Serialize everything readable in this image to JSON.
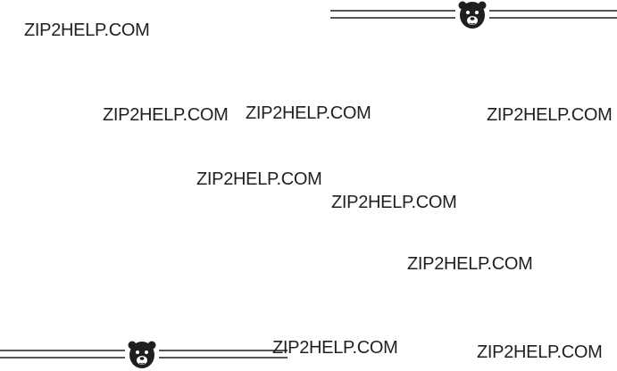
{
  "watermarks": [
    "ZIP2HELP.COM",
    "ZIP2HELP.COM",
    "ZIP2HELP.COM",
    "ZIP2HELP.COM",
    "ZIP2HELP.COM",
    "ZIP2HELP.COM",
    "ZIP2HELP.COM",
    "ZIP2HELP.COM",
    "ZIP2HELP.COM"
  ],
  "ornaments": {
    "top": "bear-logo-icon",
    "bottom": "bear-logo-icon"
  },
  "colors": {
    "ink": "#1f1f1f",
    "background": "#ffffff"
  }
}
